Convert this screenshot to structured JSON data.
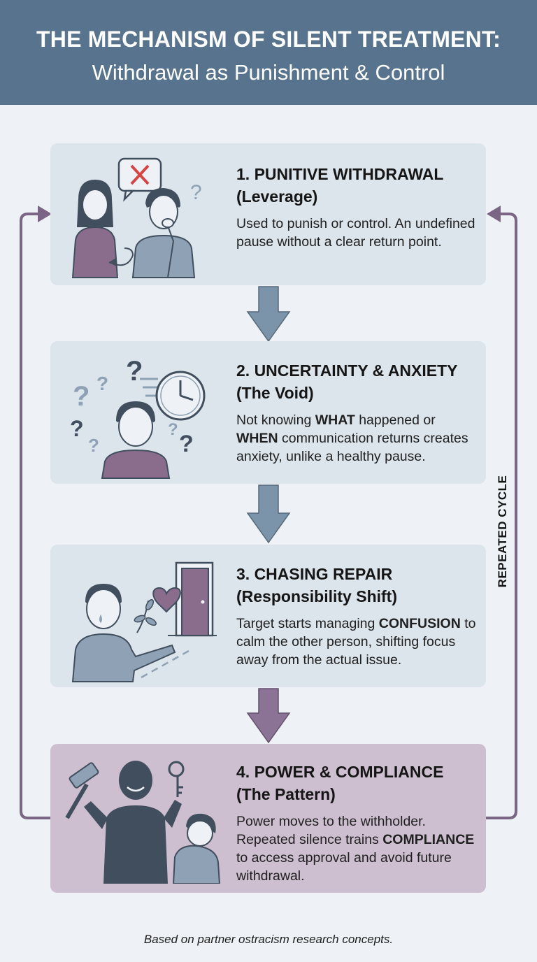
{
  "header": {
    "title": "THE MECHANISM OF SILENT TREATMENT:",
    "subtitle": "Withdrawal as Punishment & Control"
  },
  "steps": [
    {
      "title_line1": "1. PUNITIVE WITHDRAWAL",
      "title_line2": "(Leverage)",
      "body": [
        {
          "t": "Used to punish or control. An undefined pause without a clear return point."
        }
      ]
    },
    {
      "title_line1": "2. UNCERTAINTY & ANXIETY",
      "title_line2": "(The Void)",
      "body": [
        {
          "t": "Not knowing "
        },
        {
          "t": "WHAT",
          "b": true
        },
        {
          "t": " happened or "
        },
        {
          "t": "WHEN",
          "b": true
        },
        {
          "t": " communication returns creates anxiety, unlike a healthy pause."
        }
      ]
    },
    {
      "title_line1": "3. CHASING REPAIR",
      "title_line2": "(Responsibility Shift)",
      "body": [
        {
          "t": "Target starts managing "
        },
        {
          "t": "CONFUSION",
          "b": true
        },
        {
          "t": " to calm the other person, shifting focus away from the actual issue."
        }
      ]
    },
    {
      "title_line1": "4. POWER & COMPLIANCE",
      "title_line2": "(The Pattern)",
      "body": [
        {
          "t": "Power moves to the withholder. Repeated silence trains "
        },
        {
          "t": "COMPLIANCE",
          "b": true
        },
        {
          "t": " to access approval and avoid future withdrawal."
        }
      ]
    }
  ],
  "cycle_label": "REPEATED CYCLE",
  "footer": "Based on partner ostracism research concepts.",
  "colors": {
    "header_bg": "#57738d",
    "card_blue": "#dde5ec",
    "card_purple": "#cdbfd0",
    "arrow_blue": "#7b94a9",
    "arrow_purple": "#8a7394",
    "cycle_line": "#7a6584",
    "figure_slate": "#8ea1b5",
    "figure_purple": "#8a6d8d",
    "figure_dark": "#414e5e",
    "accent_red": "#d64545"
  },
  "icons": [
    "cross-mark-icon",
    "question-mark-icon",
    "clock-icon",
    "door-icon",
    "heart-icon",
    "leaf-icon",
    "gavel-icon",
    "key-icon"
  ]
}
